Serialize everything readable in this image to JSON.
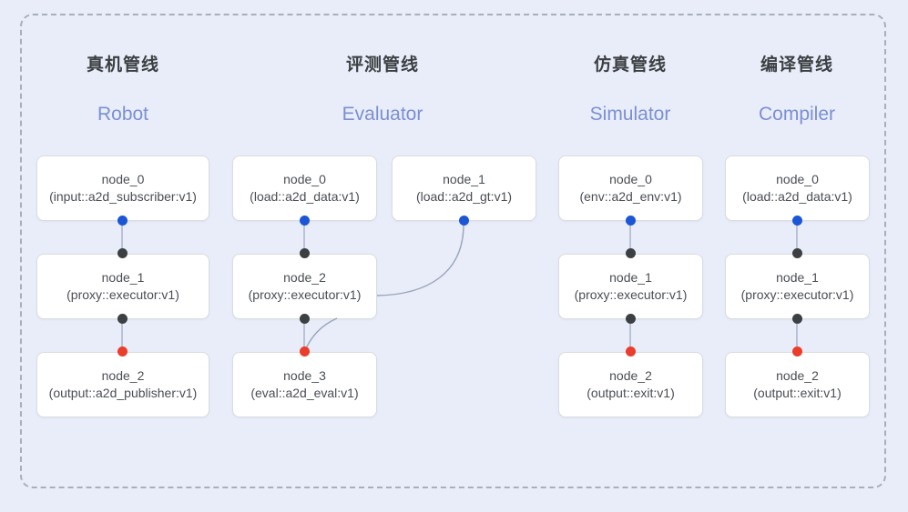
{
  "canvas": {
    "background_color": "#e8edf9",
    "frame_border_color": "#a9aebb"
  },
  "palette": {
    "port_input_blue": "#1a56d6",
    "port_mid_black": "#3c4043",
    "port_output_red": "#ea3d2a",
    "link_color": "#b9c2d6",
    "edge_color": "#9aa3b8",
    "title_cn_color": "#3c4043",
    "title_en_color": "#7b8fd4",
    "node_bg": "#ffffff",
    "node_border": "#dadce0"
  },
  "columns": [
    {
      "title_cn": "真机管线",
      "title_en": "Robot",
      "nodes": [
        {
          "id": "node_0",
          "type": "(input::a2d_subscriber:v1)"
        },
        {
          "id": "node_1",
          "type": "(proxy::executor:v1)"
        },
        {
          "id": "node_2",
          "type": "(output::a2d_publisher:v1)"
        }
      ]
    },
    {
      "title_cn": "评测管线",
      "title_en": "Evaluator",
      "nodes": [
        {
          "id": "node_0",
          "type": "(load::a2d_data:v1)"
        },
        {
          "id": "node_2",
          "type": "(proxy::executor:v1)"
        },
        {
          "id": "node_3",
          "type": "(eval::a2d_eval:v1)"
        },
        {
          "id": "node_1",
          "type": "(load::a2d_gt:v1)"
        }
      ]
    },
    {
      "title_cn": "仿真管线",
      "title_en": "Simulator",
      "nodes": [
        {
          "id": "node_0",
          "type": "(env::a2d_env:v1)"
        },
        {
          "id": "node_1",
          "type": "(proxy::executor:v1)"
        },
        {
          "id": "node_2",
          "type": "(output::exit:v1)"
        }
      ]
    },
    {
      "title_cn": "编译管线",
      "title_en": "Compiler",
      "nodes": [
        {
          "id": "node_0",
          "type": "(load::a2d_data:v1)"
        },
        {
          "id": "node_1",
          "type": "(proxy::executor:v1)"
        },
        {
          "id": "node_2",
          "type": "(output::exit:v1)"
        }
      ]
    }
  ]
}
